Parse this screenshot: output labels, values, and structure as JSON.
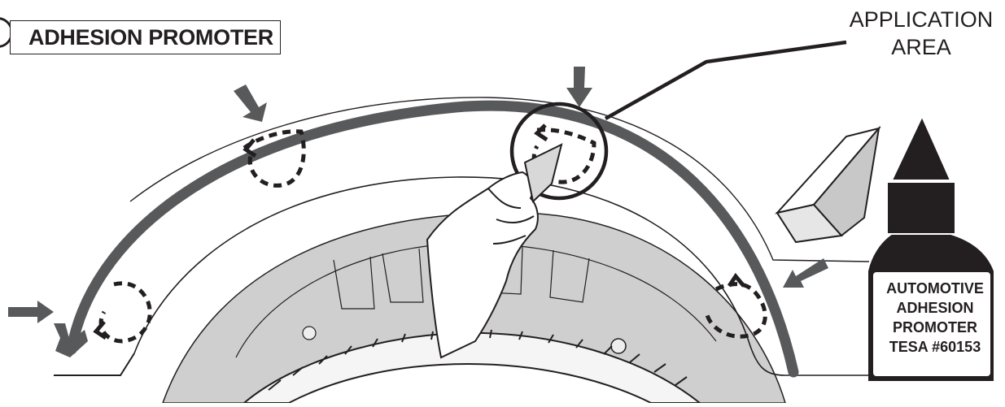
{
  "header": {
    "title": "ADHESION PROMOTER"
  },
  "callout": {
    "line1": "APPLICATION",
    "line2": "AREA"
  },
  "bottle": {
    "line1": "AUTOMOTIVE",
    "line2": "ADHESION",
    "line3": "PROMOTER",
    "line4": "TESA #60153"
  },
  "colors": {
    "ink": "#231f20",
    "molding": "#58595b",
    "wheelwell": "#d6d6d6",
    "liner": "#c8c8c8"
  }
}
